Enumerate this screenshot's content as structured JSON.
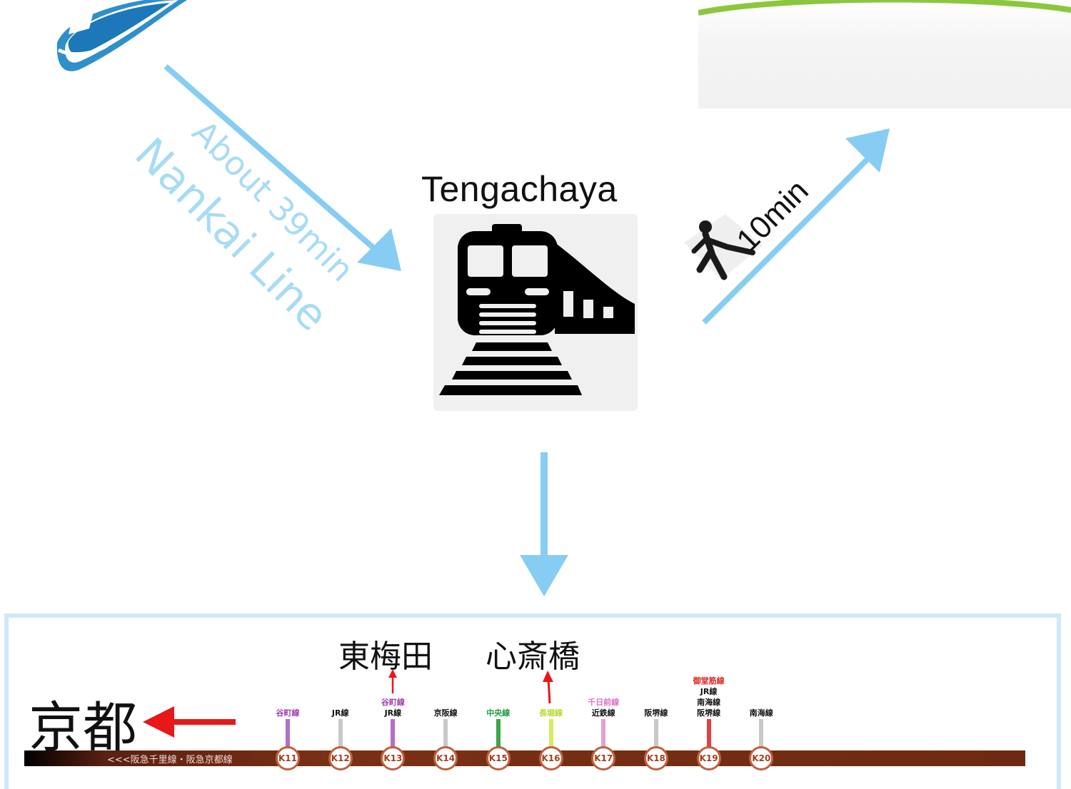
{
  "route": {
    "time_label": "About 39min",
    "line_label": "Nankai Line"
  },
  "station": {
    "name": "Tengachaya"
  },
  "walk": {
    "time_label": "10min"
  },
  "destinations": {
    "kyoto": "京都",
    "higashi_umeda": "東梅田",
    "shinsaibashi": "心斎橋"
  },
  "line_map": {
    "bar_label": "<<<阪急千里線・阪急京都線",
    "stations": [
      {
        "code": "K11",
        "transfers": [
          {
            "text": "谷町線",
            "color": "#9b3fb0"
          }
        ],
        "stem_color": "#b070c8"
      },
      {
        "code": "K12",
        "transfers": [
          {
            "text": "JR線",
            "color": "#111111"
          }
        ],
        "stem_color": "#c8c8c8"
      },
      {
        "code": "K13",
        "transfers": [
          {
            "text": "谷町線",
            "color": "#9b3fb0"
          },
          {
            "text": "JR線",
            "color": "#111111"
          }
        ],
        "stem_color": "#b070c8"
      },
      {
        "code": "K14",
        "transfers": [
          {
            "text": "京阪線",
            "color": "#111111"
          }
        ],
        "stem_color": "#c8c8c8"
      },
      {
        "code": "K15",
        "transfers": [
          {
            "text": "中央線",
            "color": "#1a9a3a"
          }
        ],
        "stem_color": "#3aa84a"
      },
      {
        "code": "K16",
        "transfers": [
          {
            "text": "長堀線",
            "color": "#b5d930"
          }
        ],
        "stem_color": "#d6ec60"
      },
      {
        "code": "K17",
        "transfers": [
          {
            "text": "千日前線",
            "color": "#e070c8"
          },
          {
            "text": "近鉄線",
            "color": "#111111"
          }
        ],
        "stem_color": "#e0a0d8"
      },
      {
        "code": "K18",
        "transfers": [
          {
            "text": "阪堺線",
            "color": "#111111"
          }
        ],
        "stem_color": "#c8c8c8"
      },
      {
        "code": "K19",
        "transfers": [
          {
            "text": "御堂筋線",
            "color": "#e02020"
          },
          {
            "text": "JR線",
            "color": "#111111"
          },
          {
            "text": "南海線",
            "color": "#111111"
          },
          {
            "text": "阪堺線",
            "color": "#111111"
          }
        ],
        "stem_color": "#e04040"
      },
      {
        "code": "K20",
        "transfers": [
          {
            "text": "南海線",
            "color": "#111111"
          }
        ],
        "stem_color": "#c8c8c8"
      }
    ]
  },
  "icons": {
    "plane": "airplane-icon",
    "train": "train-icon",
    "walker": "walking-person-icon"
  },
  "colors": {
    "arrow": "#87cdf3",
    "route_text": "#a8dcf5",
    "direction_arrow": "#e81818"
  }
}
